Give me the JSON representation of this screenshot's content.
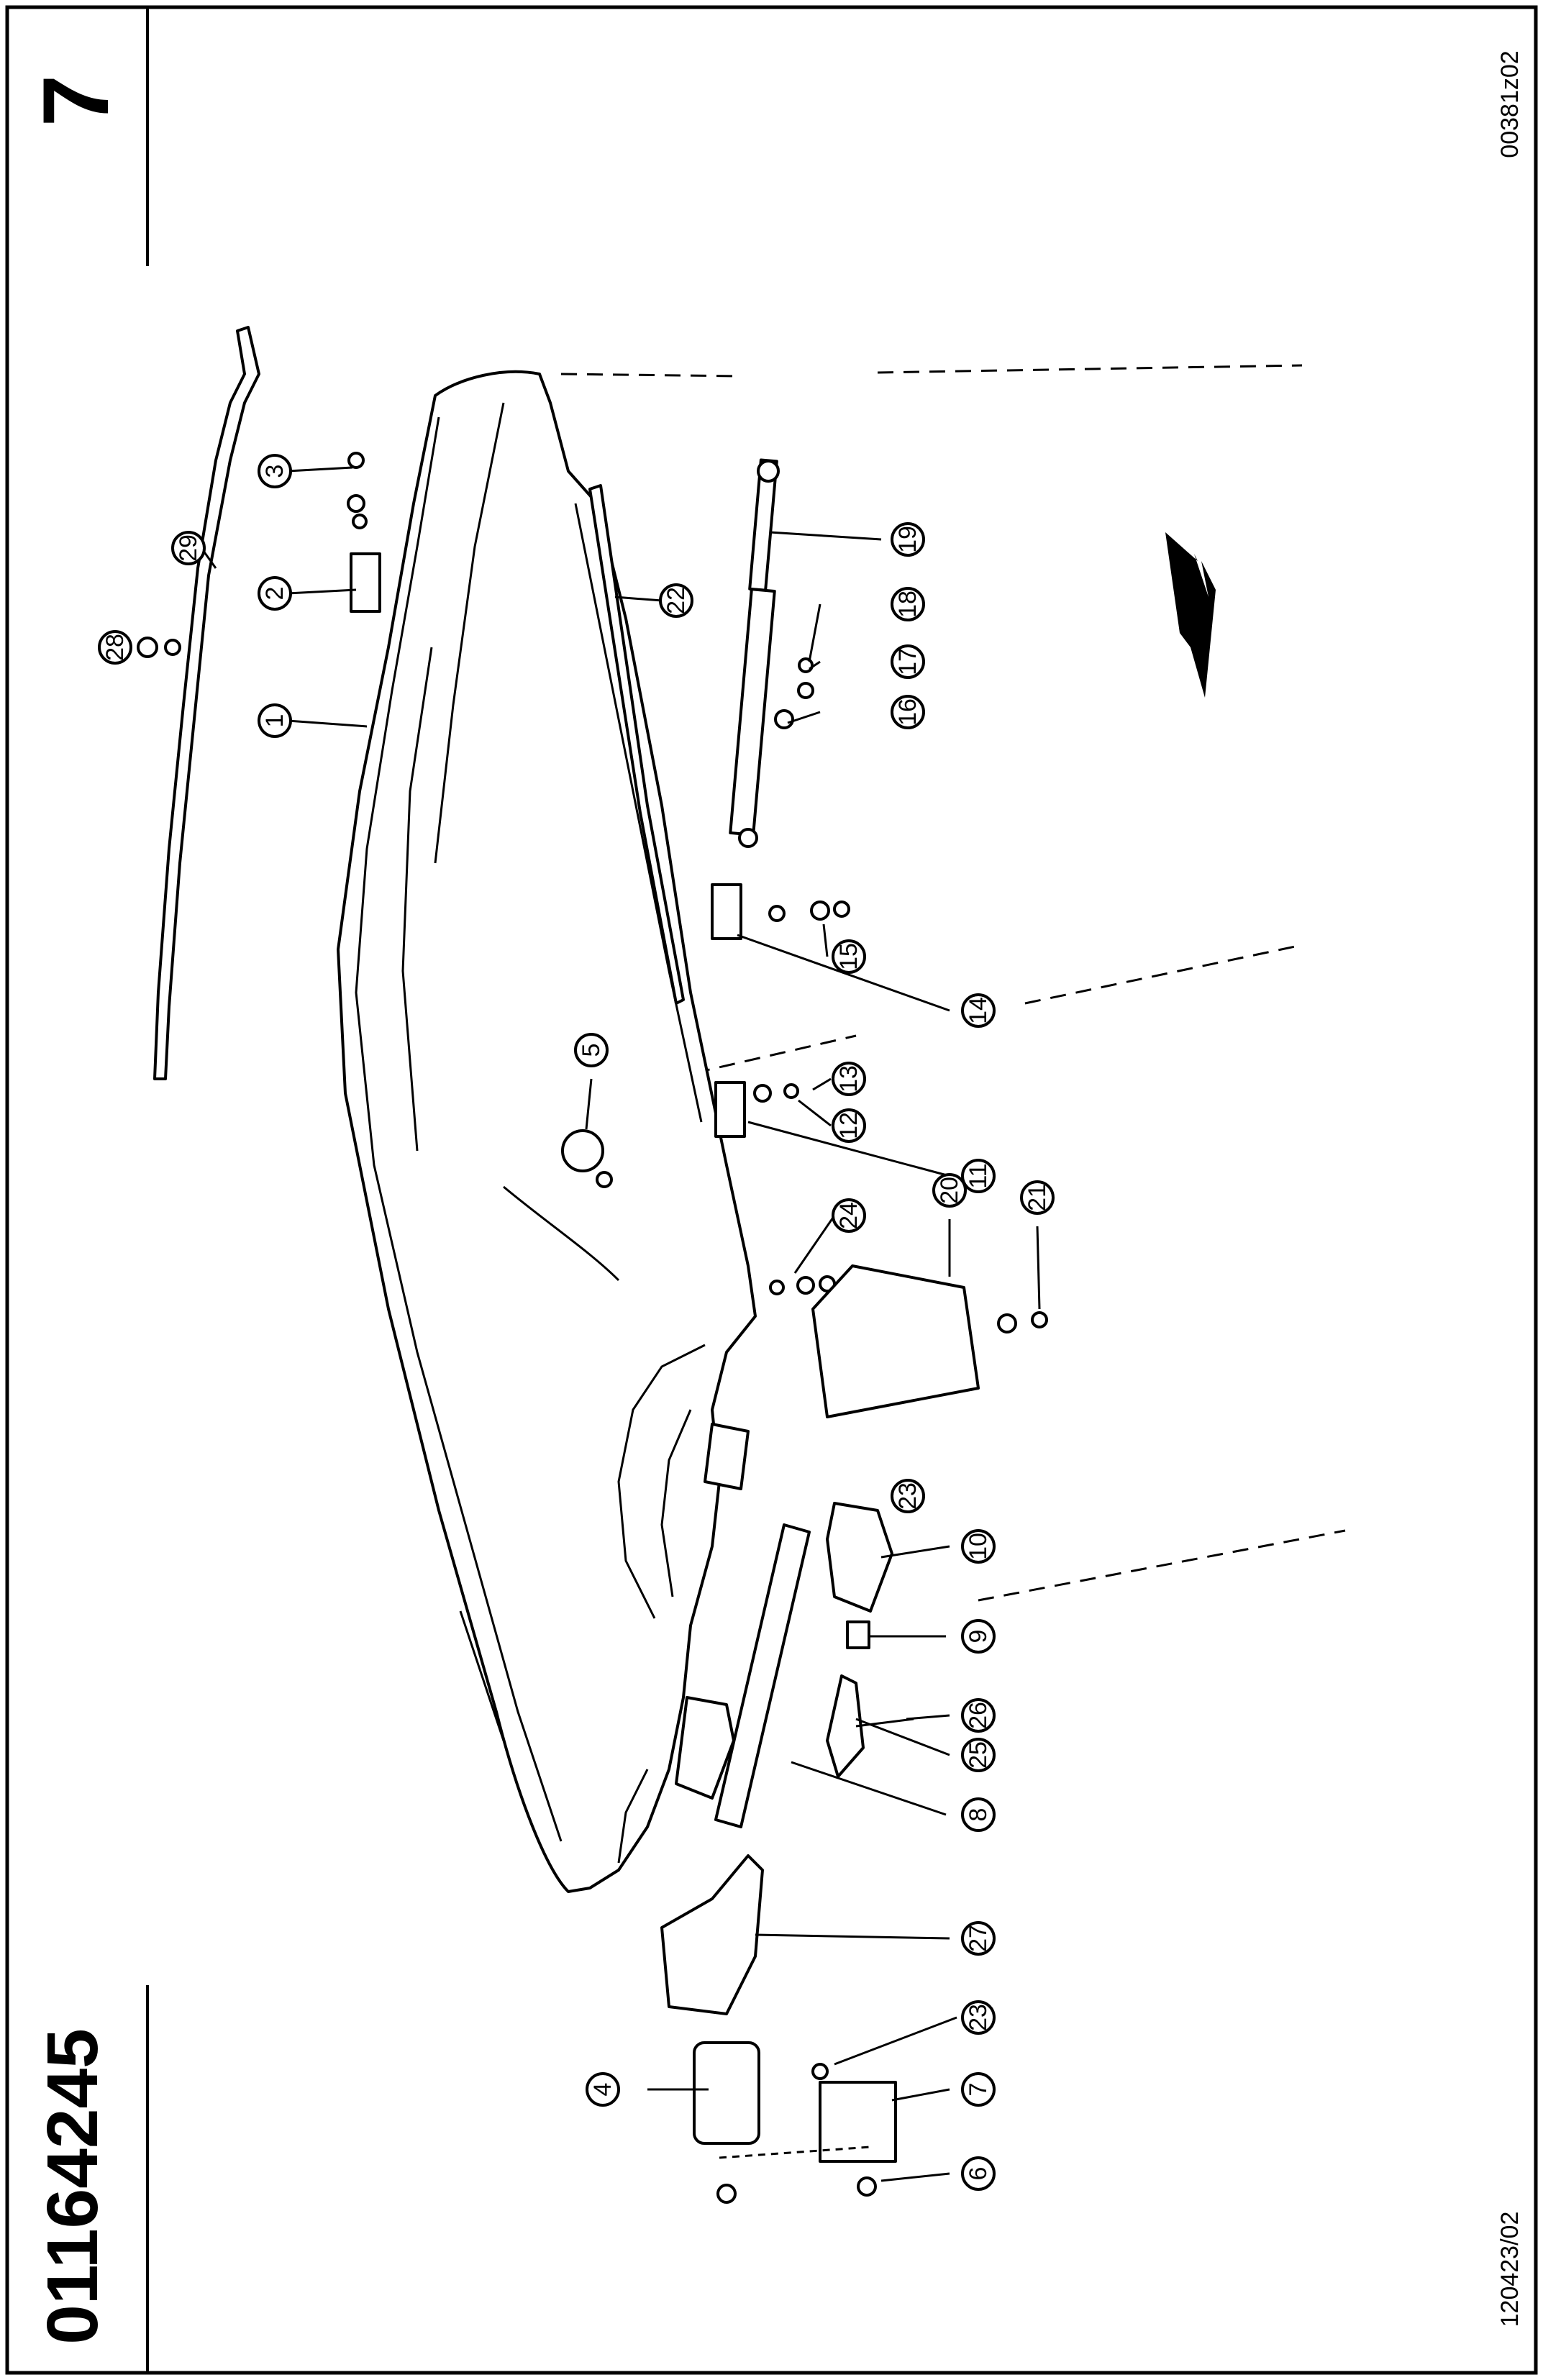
{
  "header": {
    "part_number": "01164245",
    "page_number": "7"
  },
  "codes": {
    "drawing_code": "00381z02",
    "doc_code": "120423/02"
  },
  "callouts": [
    "1",
    "2",
    "3",
    "4",
    "5",
    "6",
    "7",
    "8",
    "9",
    "10",
    "11",
    "12",
    "13",
    "14",
    "15",
    "16",
    "17",
    "18",
    "19",
    "20",
    "21",
    "22",
    "23",
    "23",
    "24",
    "25",
    "26",
    "27",
    "28",
    "29"
  ]
}
